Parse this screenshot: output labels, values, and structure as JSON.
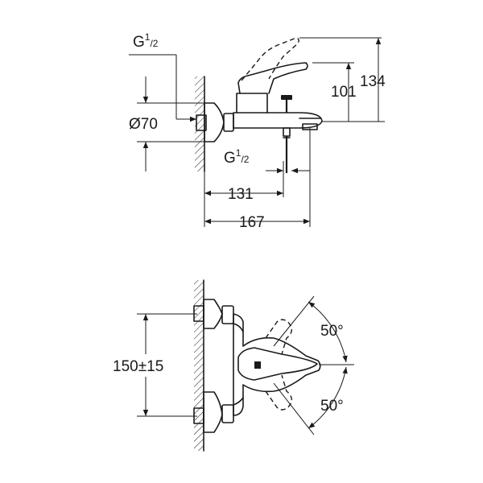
{
  "top_view": {
    "thread_top": {
      "main": "G",
      "sup": "1",
      "sub": "/2"
    },
    "thread_bottom": {
      "main": "G",
      "sup": "1",
      "sub": "/2"
    },
    "dim_diameter": "Ø70",
    "dim_101": "101",
    "dim_134": "134",
    "dim_131": "131",
    "dim_167": "167"
  },
  "bottom_view": {
    "dim_centers": "150±15",
    "angle_top": "50°",
    "angle_bottom": "50°"
  }
}
